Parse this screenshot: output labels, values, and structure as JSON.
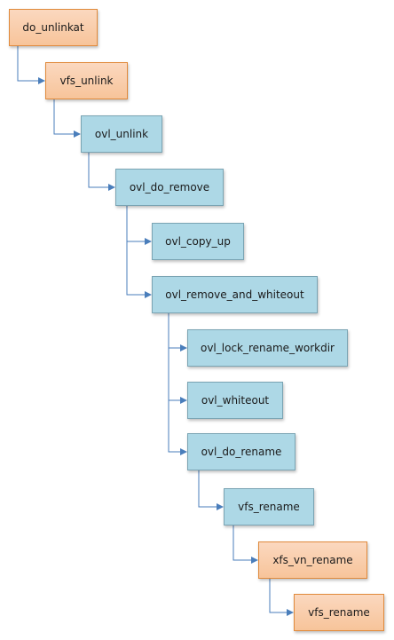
{
  "colors": {
    "kernel_fill": "#f7c49a",
    "kernel_border": "#e08a3c",
    "overlay_fill": "#add8e6",
    "overlay_border": "#7aa4b3",
    "connector": "#4a7ebb"
  },
  "nodes": [
    {
      "id": "do_unlinkat",
      "label": "do_unlinkat",
      "kind": "kernel"
    },
    {
      "id": "vfs_unlink",
      "label": "vfs_unlink",
      "kind": "kernel"
    },
    {
      "id": "ovl_unlink",
      "label": "ovl_unlink",
      "kind": "overlay"
    },
    {
      "id": "ovl_do_remove",
      "label": "ovl_do_remove",
      "kind": "overlay"
    },
    {
      "id": "ovl_copy_up",
      "label": "ovl_copy_up",
      "kind": "overlay"
    },
    {
      "id": "ovl_remove_and_whiteout",
      "label": "ovl_remove_and_whiteout",
      "kind": "overlay"
    },
    {
      "id": "ovl_lock_rename_workdir",
      "label": "ovl_lock_rename_workdir",
      "kind": "overlay"
    },
    {
      "id": "ovl_whiteout",
      "label": "ovl_whiteout",
      "kind": "overlay"
    },
    {
      "id": "ovl_do_rename",
      "label": "ovl_do_rename",
      "kind": "overlay"
    },
    {
      "id": "vfs_rename",
      "label": "vfs_rename",
      "kind": "overlay"
    },
    {
      "id": "xfs_vn_rename",
      "label": "xfs_vn_rename",
      "kind": "kernel"
    },
    {
      "id": "vfs_rename_xfs",
      "label": "vfs_rename",
      "kind": "kernel"
    }
  ],
  "edges": [
    {
      "from": "do_unlinkat",
      "to": "vfs_unlink"
    },
    {
      "from": "vfs_unlink",
      "to": "ovl_unlink"
    },
    {
      "from": "ovl_unlink",
      "to": "ovl_do_remove"
    },
    {
      "from": "ovl_do_remove",
      "to": "ovl_copy_up"
    },
    {
      "from": "ovl_do_remove",
      "to": "ovl_remove_and_whiteout"
    },
    {
      "from": "ovl_remove_and_whiteout",
      "to": "ovl_lock_rename_workdir"
    },
    {
      "from": "ovl_remove_and_whiteout",
      "to": "ovl_whiteout"
    },
    {
      "from": "ovl_remove_and_whiteout",
      "to": "ovl_do_rename"
    },
    {
      "from": "ovl_do_rename",
      "to": "vfs_rename"
    },
    {
      "from": "vfs_rename",
      "to": "xfs_vn_rename"
    },
    {
      "from": "xfs_vn_rename",
      "to": "vfs_rename_xfs"
    }
  ]
}
